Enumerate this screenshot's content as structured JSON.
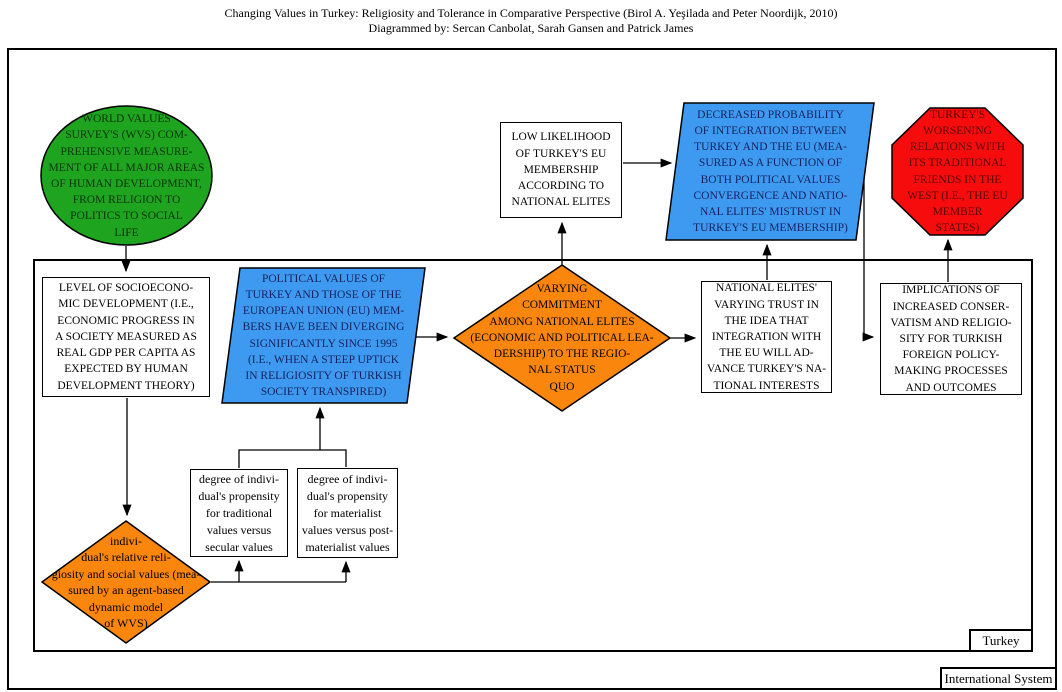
{
  "title": {
    "line1": "Changing Values in Turkey: Religiosity and Tolerance in Comparative Perspective (Birol A. Yeşilada and Peter Noordijk, 2010)",
    "line2": "Diagrammed by: Sercan Canbolat, Sarah Gansen and Patrick James"
  },
  "frames": {
    "outer_label": "International System",
    "inner_label": "Turkey"
  },
  "colors": {
    "green": "#1fa41f",
    "blue": "#3e9af0",
    "orange": "#fb860d",
    "red": "#f60c0c",
    "outline": "#000000",
    "text_on_green": "#063306",
    "text_on_blue": "#13215e",
    "text_on_red": "#5a0404"
  },
  "nodes": {
    "wvs": {
      "shape": "ellipse",
      "text": "WORLD VALUES\nSURVEY'S (WVS) COM-\nPREHENSIVE MEASURE-\nMENT OF ALL MAJOR AREAS\nOF HUMAN DEVELOPMENT,\nFROM RELIGION TO\nPOLITICS TO SOCIAL\nLIFE"
    },
    "socioeconomic": {
      "shape": "rectangle",
      "text": "LEVEL OF SOCIOECONO-\nMIC DEVELOPMENT (I.E.,\nECONOMIC PROGRESS IN\nA SOCIETY MEASURED AS\nREAL GDP PER CAPITA AS\nEXPECTED BY HUMAN\nDEVELOPMENT THEORY)"
    },
    "political_values": {
      "shape": "parallelogram",
      "text": "POLITICAL VALUES OF\nTURKEY AND THOSE OF THE\nEUROPEAN UNION (EU) MEM-\nBERS HAVE BEEN DIVERGING\nSIGNIFICANTLY SINCE 1995\n(I.E., WHEN A STEEP UPTICK\nIN RELIGIOSITY OF TURKISH\nSOCIETY TRANSPIRED)"
    },
    "varying_commitment": {
      "shape": "diamond",
      "text": "VARYING\nCOMMITMENT\nAMONG NATIONAL ELITES\n(ECONOMIC AND POLITICAL LEA-\nDERSHIP) TO THE REGIO-\nNAL STATUS\nQUO"
    },
    "low_likelihood": {
      "shape": "rectangle",
      "text": "LOW LIKELIHOOD\nOF TURKEY'S EU\nMEMBERSHIP\nACCORDING TO\nNATIONAL ELITES"
    },
    "decreased_probability": {
      "shape": "parallelogram",
      "text": "DECREASED PROBABILITY\nOF INTEGRATION BETWEEN\nTURKEY AND THE EU (MEA-\nSURED AS A FUNCTION OF\nBOTH POLITICAL VALUES\nCONVERGENCE AND NATIO-\nNAL ELITES' MISTRUST IN\nTURKEY'S EU MEMBERSHIP)"
    },
    "worsening_relations": {
      "shape": "octagon",
      "text": "TURKEY'S\nWORSENING\nRELATIONS WITH\nITS TRADITIONAL\nFRIENDS IN THE\nWEST (I.E., THE EU\nMEMBER\nSTATES)"
    },
    "national_elites": {
      "shape": "rectangle",
      "text": "NATIONAL ELITES'\nVARYING TRUST IN\nTHE IDEA THAT\nINTEGRATION WITH\nTHE EU WILL AD-\nVANCE TURKEY'S NA-\nTIONAL INTERESTS"
    },
    "implications": {
      "shape": "rectangle",
      "text": "IMPLICATIONS OF\nINCREASED CONSER-\nVATISM AND RELIGIO-\nSITY FOR TURKISH\nFOREIGN POLICY-\nMAKING PROCESSES\nAND OUTCOMES"
    },
    "traditional_secular": {
      "shape": "rectangle",
      "text": "degree of indivi-\ndual's propensity\nfor traditional\nvalues versus\nsecular values"
    },
    "materialist_postmaterialist": {
      "shape": "rectangle",
      "text": "degree of indivi-\ndual's propensity\nfor materialist\nvalues versus post-\nmaterialist values"
    },
    "individual_religiosity": {
      "shape": "diamond",
      "text": "indivi-\ndual's relative reli-\ngiosity and social values (mea-\nsured by an agent-based\ndynamic model\nof WVS)"
    }
  }
}
